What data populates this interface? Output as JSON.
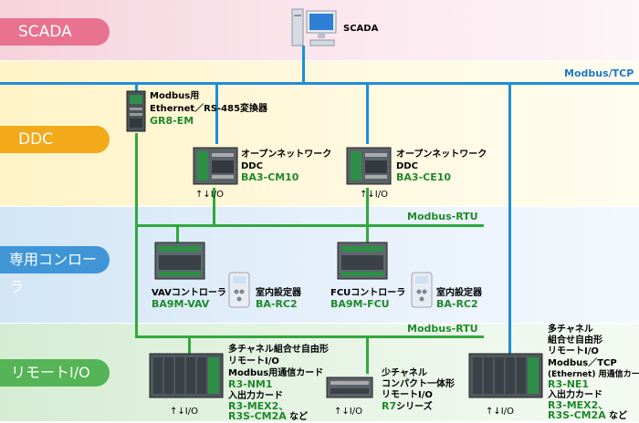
{
  "levels": {
    "scada": "SCADA",
    "ddc": "DDC",
    "controller": "専用コンローラ",
    "remote_io": "リモートI/O"
  },
  "networks": {
    "modbus_tcp": "Modbus/TCP",
    "modbus_rtu_1": "Modbus-RTU",
    "modbus_rtu_2": "Modbus-RTU"
  },
  "scada_label": "SCADA",
  "gateway": {
    "line1": "Modbus用",
    "line2": "Ethernet／RS-485変換器",
    "model": "GR8-EM"
  },
  "ddc1": {
    "line1": "オープンネットワーク",
    "line2": "DDC",
    "model": "BA3-CM10",
    "io": "I/O"
  },
  "ddc2": {
    "line1": "オープンネットワーク",
    "line2": "DDC",
    "model": "BA3-CE10",
    "io": "I/O"
  },
  "vav": {
    "line1": "VAVコントローラ",
    "model": "BA9M-VAV"
  },
  "vav_room": {
    "line1": "室内設定器",
    "model": "BA-RC2"
  },
  "fcu": {
    "line1": "FCUコントローラ",
    "model": "BA9M-FCU"
  },
  "fcu_room": {
    "line1": "室内設定器",
    "model": "BA-RC2"
  },
  "rio1": {
    "line1": "多チャネル組合せ自由形",
    "line2": "リモートI/O",
    "line3": "Modbus用通信カード",
    "model1": "R3-NM1",
    "line4": "入出力カード",
    "model2": "R3-MEX2、",
    "model3": "R3S-CM2A",
    "suffix": "など",
    "io": "I/O"
  },
  "rio2": {
    "line1": "少チャネル",
    "line2": "コンパクト一体形",
    "line3": "リモートI/O",
    "model": "R7",
    "suffix": "シリーズ",
    "io": "I/O"
  },
  "rio3": {
    "line1": "多チャネル",
    "line2": "組合せ自由形",
    "line3": "リモートI/O",
    "line4": "Modbus／TCP",
    "line5": "(Ethernet) 用通信カード",
    "model1": "R3-NE1",
    "line6": "入出力カード",
    "model2": "R3-MEX2、",
    "model3": "R3S-CM2A",
    "suffix": "など",
    "io": "I/O"
  }
}
